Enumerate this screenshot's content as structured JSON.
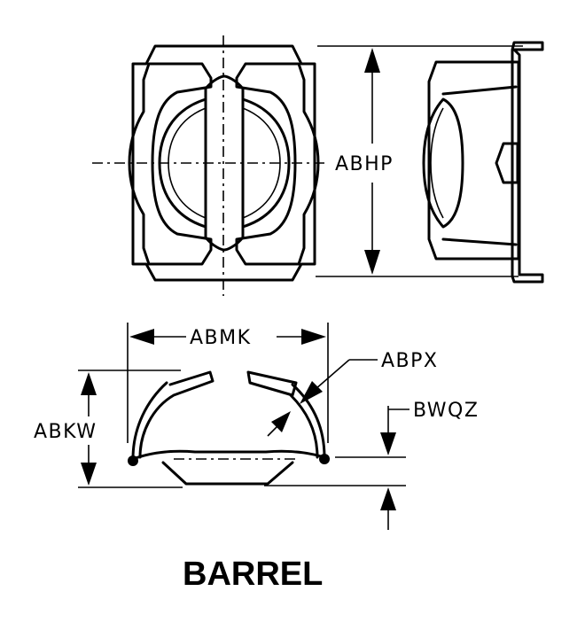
{
  "labels": {
    "height": "ABHP",
    "width": "ABMK",
    "clip_height": "ABKW",
    "thickness": "ABPX",
    "offset": "BWQZ"
  },
  "title": "BARREL"
}
